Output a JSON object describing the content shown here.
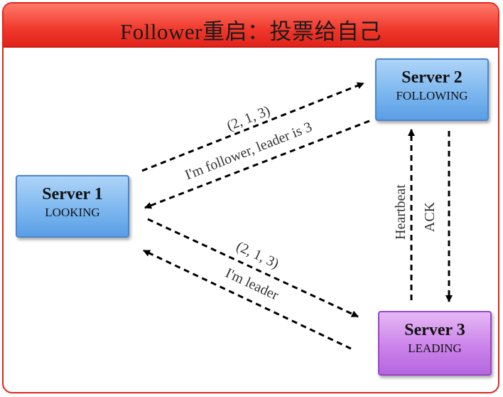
{
  "title": "Follower重启：投票给自己",
  "nodes": {
    "server1": {
      "name": "Server 1",
      "state": "LOOKING"
    },
    "server2": {
      "name": "Server 2",
      "state": "FOLLOWING"
    },
    "server3": {
      "name": "Server 3",
      "state": "LEADING"
    }
  },
  "edges": {
    "vote_to_s2": "(2, 1, 3)",
    "reply_from_s2": "I'm follower, leader is 3",
    "vote_to_s3": "(2, 1, 3)",
    "reply_from_s3": "I'm leader",
    "heartbeat": "Heartbeat",
    "ack": "ACK"
  },
  "colors": {
    "frame": "#e0241b",
    "title_bar": "#f0382c",
    "follower_node": "#7db7ef",
    "looking_node": "#7db7ef",
    "leader_node": "#cc83ea"
  }
}
